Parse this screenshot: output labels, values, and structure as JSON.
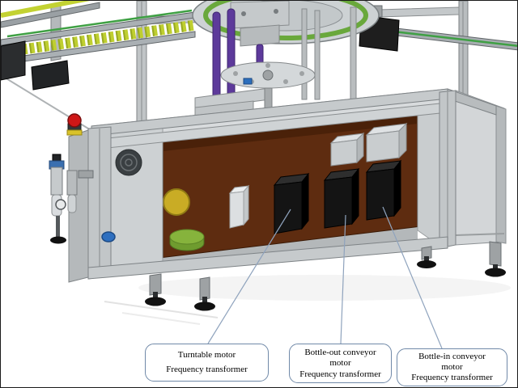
{
  "figure": {
    "type": "3d-cad-render-with-callouts",
    "background": "#ffffff",
    "border_color": "#1a1a1a"
  },
  "palette": {
    "frame_gray": "#c6cacc",
    "frame_edge": "#7e8386",
    "panel_brown": "#5e2c10",
    "vfd_black": "#141414",
    "turntable_green": "#69a83c",
    "column_purple": "#5d3a9b",
    "chain_yellow": "#bfcf30",
    "estop_red": "#cf1717",
    "accent_blue": "#2d6fbd",
    "callout_border": "#7089a8"
  },
  "callouts": [
    {
      "id": "turntable",
      "lines": [
        "Turntable motor",
        "Frequency transformer"
      ]
    },
    {
      "id": "bottle-out",
      "lines": [
        "Bottle-out conveyor",
        "motor",
        "Frequency transformer"
      ]
    },
    {
      "id": "bottle-in",
      "lines": [
        "Bottle-in conveyor",
        "motor",
        "Frequency transformer"
      ]
    }
  ]
}
